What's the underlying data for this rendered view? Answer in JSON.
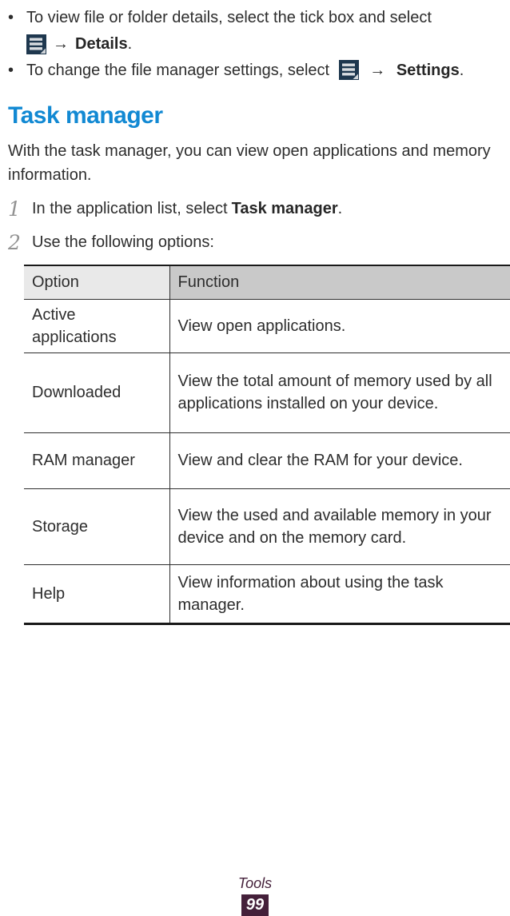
{
  "bullet_marker": "•",
  "bullets": [
    {
      "text": "To view file or folder details, select the tick box and select",
      "arrow": "→",
      "target": "Details",
      "suffix": "."
    },
    {
      "text": "To change the file manager settings, select",
      "arrow": "→",
      "target": "Settings",
      "suffix": "."
    }
  ],
  "heading": "Task manager",
  "intro": "With the task manager, you can view open applications and memory information.",
  "steps": [
    {
      "number": "1",
      "text": "In the application list, select",
      "bold": "Task manager",
      "suffix": "."
    },
    {
      "number": "2",
      "text": "Use the following options:",
      "bold": "",
      "suffix": ""
    }
  ],
  "table": {
    "headers": [
      "Option",
      "Function"
    ],
    "rows": [
      {
        "option": "Active applications",
        "function": "View open applications."
      },
      {
        "option": "Downloaded",
        "function": "View the total amount of memory used by all applications installed on your device."
      },
      {
        "option": "RAM manager",
        "function": "View and clear the RAM for your device."
      },
      {
        "option": "Storage",
        "function": "View the used and available memory in your device and on the memory card."
      },
      {
        "option": "Help",
        "function": "View information about using the task manager."
      }
    ]
  },
  "footer": {
    "section": "Tools",
    "page_number": "99"
  },
  "colors": {
    "heading_blue": "#1289d3",
    "footer_plum": "#44203a",
    "menu_icon_bg": "#1e374e",
    "header_option_bg": "#e9e9e9",
    "header_function_bg": "#c9c9c9"
  }
}
